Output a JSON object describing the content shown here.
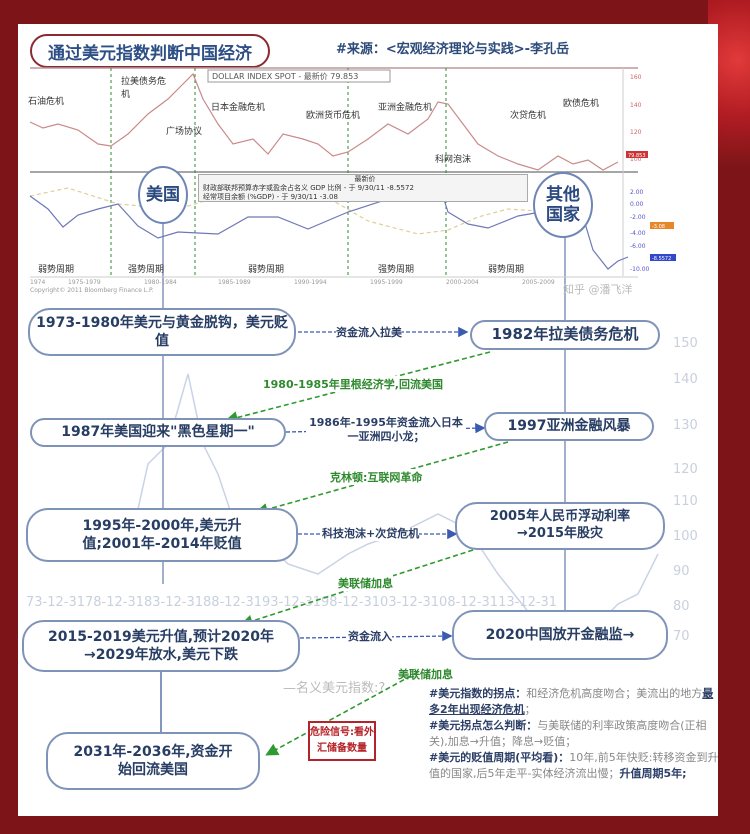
{
  "title": "通过美元指数判断中国经济",
  "source": "#来源：<宏观经济理论与实践>-李孔岳",
  "top_chart": {
    "legend": "DOLLAR INDEX SPOT - 最新价 79.853",
    "last_value": "79.853",
    "y_ticks": [
      "160",
      "140",
      "120",
      "100"
    ],
    "annotations": [
      "石油危机",
      "拉美债务危机",
      "广场协议",
      "日本金融危机",
      "欧洲货币危机",
      "亚洲金融危机",
      "科网泡沫",
      "次贷危机",
      "欧债危机"
    ]
  },
  "bottom_chart": {
    "legend_title": "最新价",
    "legend_line1": "财政部联邦预算赤字或盈余占名义 GDP 比例 - 于 9/30/11 -8.5572",
    "legend_line2": "经常项目余额 (%GDP) - 于 9/30/11 -3.08",
    "y_ticks": [
      "2.00",
      "0.00",
      "-2.00",
      "-4.00",
      "-6.00",
      "-10.00"
    ],
    "badge1": "-3.08",
    "badge2": "-8.5572",
    "cycles": [
      "弱势周期",
      "强势周期",
      "弱势周期",
      "强势周期",
      "弱势周期"
    ],
    "x_labels": [
      "1974",
      "1975-1979",
      "1980-1984",
      "1985-1989",
      "1990-1994",
      "1995-1999",
      "2000-2004",
      "2005-2009"
    ],
    "copyright": "Copyright© 2011 Bloomberg Finance L.P.",
    "watermark": "知乎 @潘飞洋"
  },
  "circles": {
    "us": "美国",
    "others": "其他国家"
  },
  "bg_chart": {
    "y_ticks": [
      "150",
      "140",
      "130",
      "120",
      "110",
      "100",
      "90",
      "80",
      "70"
    ],
    "x_labels": "73-12-3178-12-3183-12-3188-12-3193-12-3198-12-3103-12-3108-12-3113-12-31",
    "series_label": "—名义美元指数:?"
  },
  "flow": {
    "b1": "1973-1980年美元与黄金脱钩，美元贬值",
    "m1": "资金流入拉美",
    "b2": "1982年拉美债务危机",
    "g1": "1980-1985年里根经济学,回流美国",
    "b3": "1987年美国迎来\"黑色星期一\"",
    "m2": "1986年-1995年资金流入日本一亚洲四小龙；",
    "b4": "1997亚洲金融风暴",
    "g2": "克林顿:互联网革命",
    "b5": "1995年-2000年,美元升值;2001年-2014年贬值",
    "m3": "科技泡沫+次贷危机",
    "b6": "2005年人民币浮动利率→2015年股灾",
    "g3": "美联储加息",
    "b7": "2015-2019美元升值,预计2020年→2029年放水,美元下跌",
    "m4": "资金流入",
    "b8": "2020中国放开金融监→",
    "g4": "美联储加息",
    "warn": "危险信号:看外汇储备数量",
    "b9": "2031年-2036年,资金开始回流美国"
  },
  "notes": [
    {
      "h": "#美元指数的拐点：",
      "t": "和经济危机高度吻合；美流出的地方",
      "u": "最多2年出现经济危机",
      "e": "；"
    },
    {
      "h": "#美元拐点怎么判断：",
      "t": "与美联储的利率政策高度吻合(正相关),加息→升值；降息→贬值；"
    },
    {
      "h": "#美元的贬值周期(平均看)：",
      "t": "10年,前5年快贬:转移资金到升值的国家,后5年走平-实体经济流出慢；",
      "e2": "升值周期5年;"
    }
  ],
  "colors": {
    "frame": "#7d1518",
    "box_border": "#7f93b8",
    "text_blue": "#273d63",
    "green": "#2f8a2f",
    "warn": "#b5232a"
  }
}
